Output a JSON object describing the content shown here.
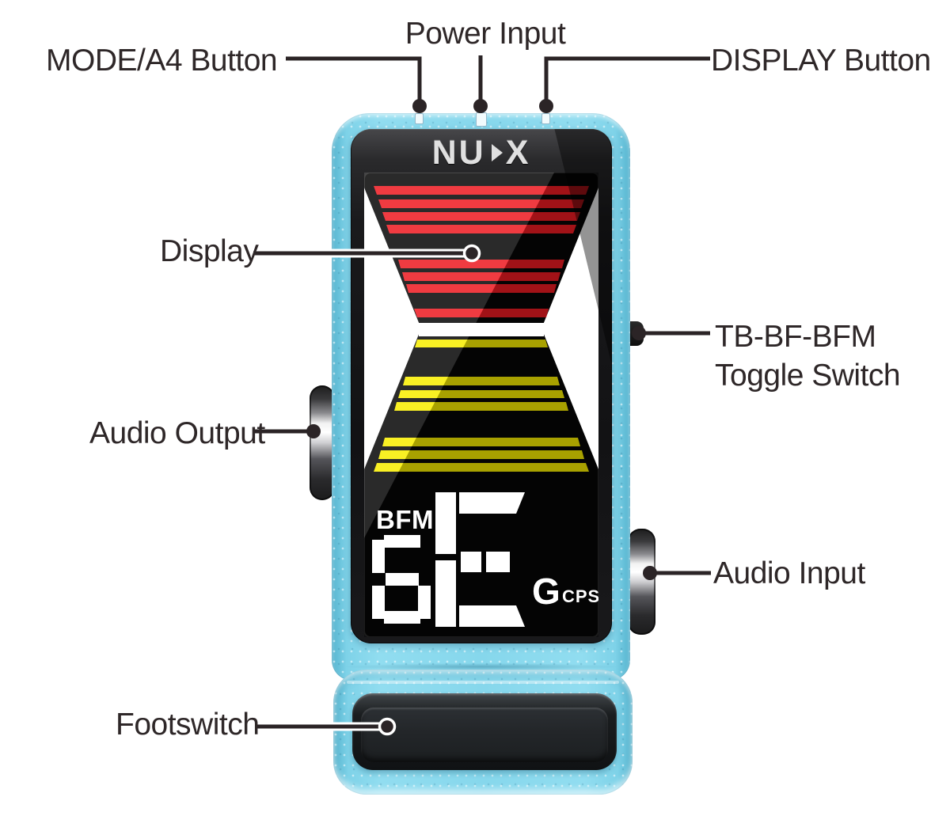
{
  "brand": {
    "name": "NUX",
    "left": "NU",
    "right": "X"
  },
  "callouts": {
    "mode_a4_button": "MODE/A4 Button",
    "power_input": "Power Input",
    "display_button": "DISPLAY Button",
    "display": "Display",
    "toggle_switch_line1": "TB-BF-BFM",
    "toggle_switch_line2": "Toggle Switch",
    "audio_output": "Audio Output",
    "audio_input": "Audio Input",
    "footswitch": "Footswitch"
  },
  "screen": {
    "mode_indicator": "BFM",
    "string_digit": "6",
    "note_letter": "E",
    "unit_letter": "G",
    "unit_suffix": "CPS",
    "meter": {
      "red_stripe_count": 8,
      "yellow_stripe_count": 7,
      "center_band_color": "white"
    }
  },
  "colors": {
    "pedal_blue": "#7fd3e8",
    "stripe_red": "#ee1b22",
    "stripe_yellow": "#f8ee00",
    "screen_black": "#070707",
    "label_text": "#2e2728",
    "logo_silver": "#e0e0e0"
  }
}
